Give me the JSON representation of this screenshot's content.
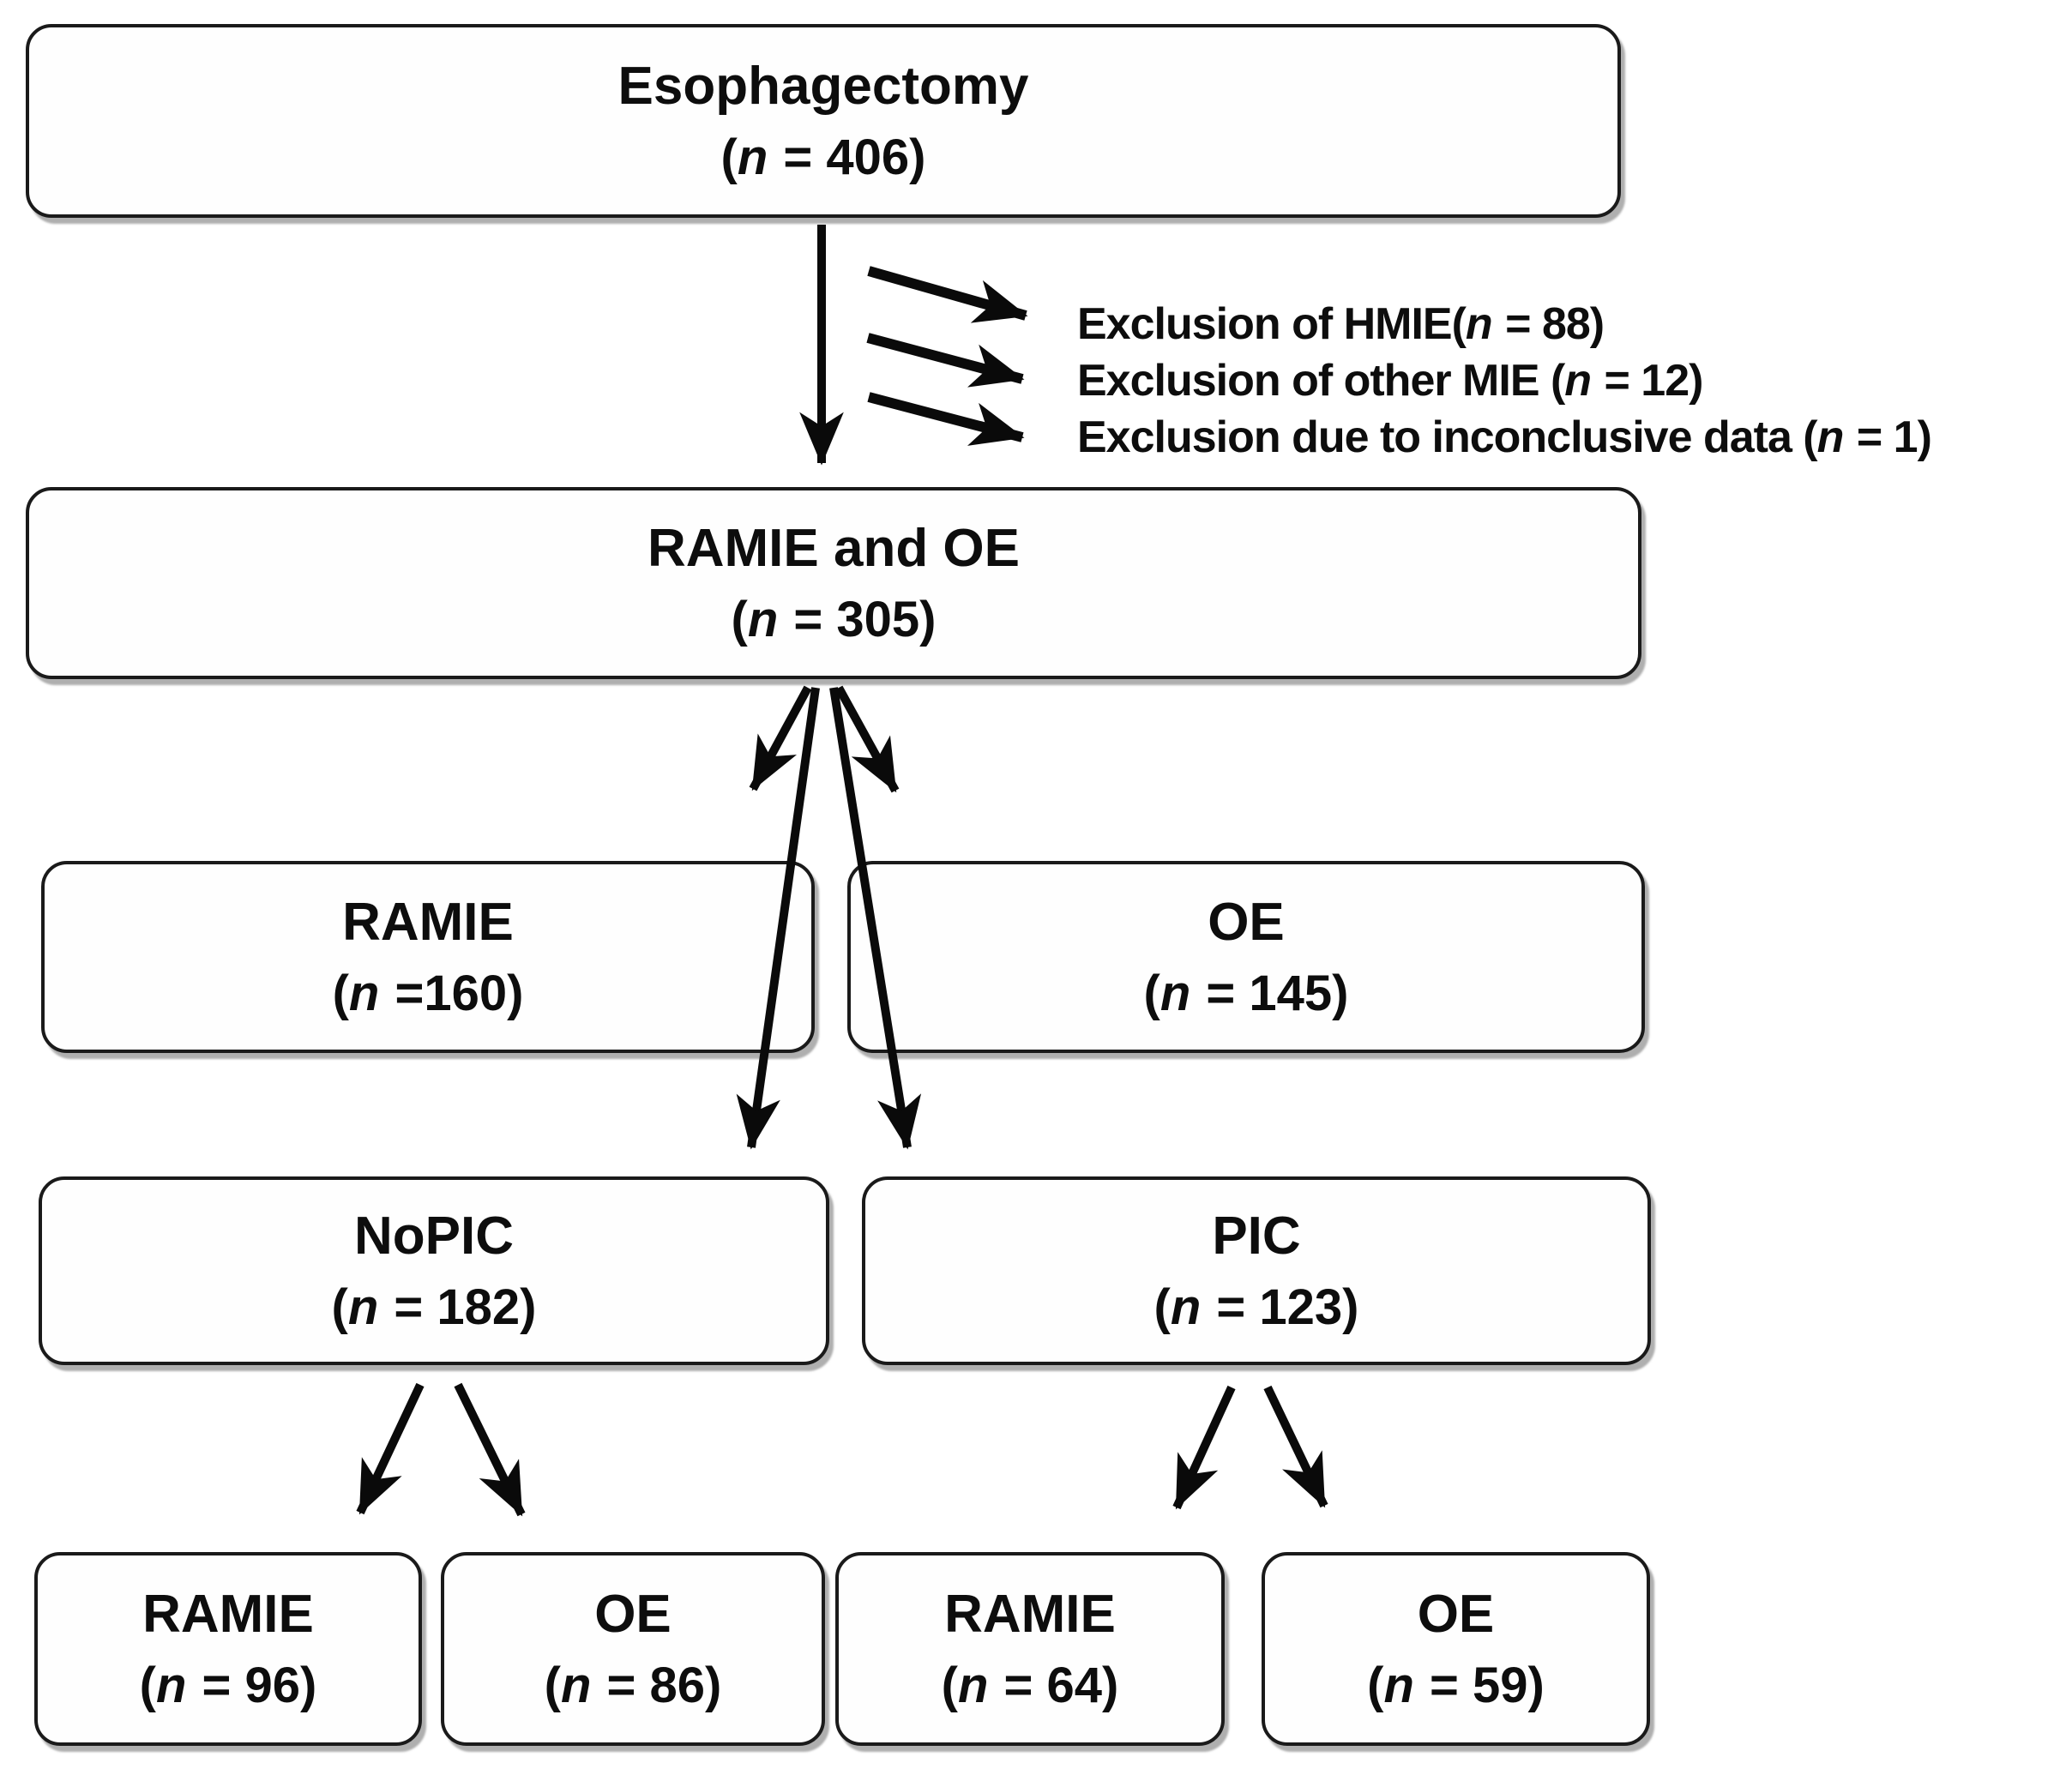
{
  "figure": {
    "background_color": "#ffffff",
    "box_fill": "#fefefe",
    "box_border_color": "#1a1a1a",
    "arrow_color": "#0a0a0a",
    "shadow_color": "#7a7a7a"
  },
  "nodes": {
    "esophagectomy": {
      "label": "Esophagectomy",
      "open": "(",
      "n": "n",
      "rest": " = 406)"
    },
    "ramie_oe": {
      "label": "RAMIE and OE",
      "open": "(",
      "n": "n",
      "rest": " = 305)"
    },
    "ramie_160": {
      "label": "RAMIE",
      "open": "(",
      "n": "n",
      "rest": " =160)"
    },
    "oe_145": {
      "label": "OE",
      "open": "(",
      "n": "n",
      "rest": " = 145)"
    },
    "nopic": {
      "label": "NoPIC",
      "open": "(",
      "n": "n",
      "rest": " = 182)"
    },
    "pic": {
      "label": "PIC",
      "open": "(",
      "n": "n",
      "rest": " = 123)"
    },
    "ramie_96": {
      "label": "RAMIE",
      "open": "(",
      "n": "n",
      "rest": " = 96)"
    },
    "oe_86": {
      "label": "OE",
      "open": "(",
      "n": "n",
      "rest": " = 86)"
    },
    "ramie_64": {
      "label": "RAMIE",
      "open": "(",
      "n": "n",
      "rest": " = 64)"
    },
    "oe_59": {
      "label": "OE",
      "open": "(",
      "n": "n",
      "rest": " = 59)"
    }
  },
  "exclusions": {
    "items": [
      {
        "prefix": "Exclusion of HMIE(",
        "n": "n",
        "suffix": " = 88)"
      },
      {
        "prefix": "Exclusion of other MIE (",
        "n": "n",
        "suffix": " = 12)"
      },
      {
        "prefix": "Exclusion due to inconclusive data (",
        "n": "n",
        "suffix": " = 1)"
      }
    ]
  }
}
